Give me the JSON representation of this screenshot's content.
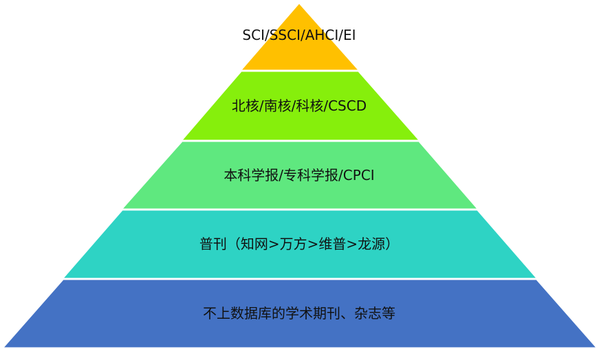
{
  "pyramid": {
    "tiers": [
      {
        "label": "SCI/SSCI/AHCI/EI",
        "color": "#FFC000"
      },
      {
        "label": "北核/南核/科核/CSCD",
        "color": "#86EF0C"
      },
      {
        "label": "本科学报/专科学报/CPCI",
        "color": "#5FE87F"
      },
      {
        "label": "普刊（知网>万方>维普>龙源）",
        "color": "#2ED3C4"
      },
      {
        "label": "不上数据库的学术期刊、杂志等",
        "color": "#4472C4"
      }
    ],
    "divider_color": "#FFFFFF"
  }
}
